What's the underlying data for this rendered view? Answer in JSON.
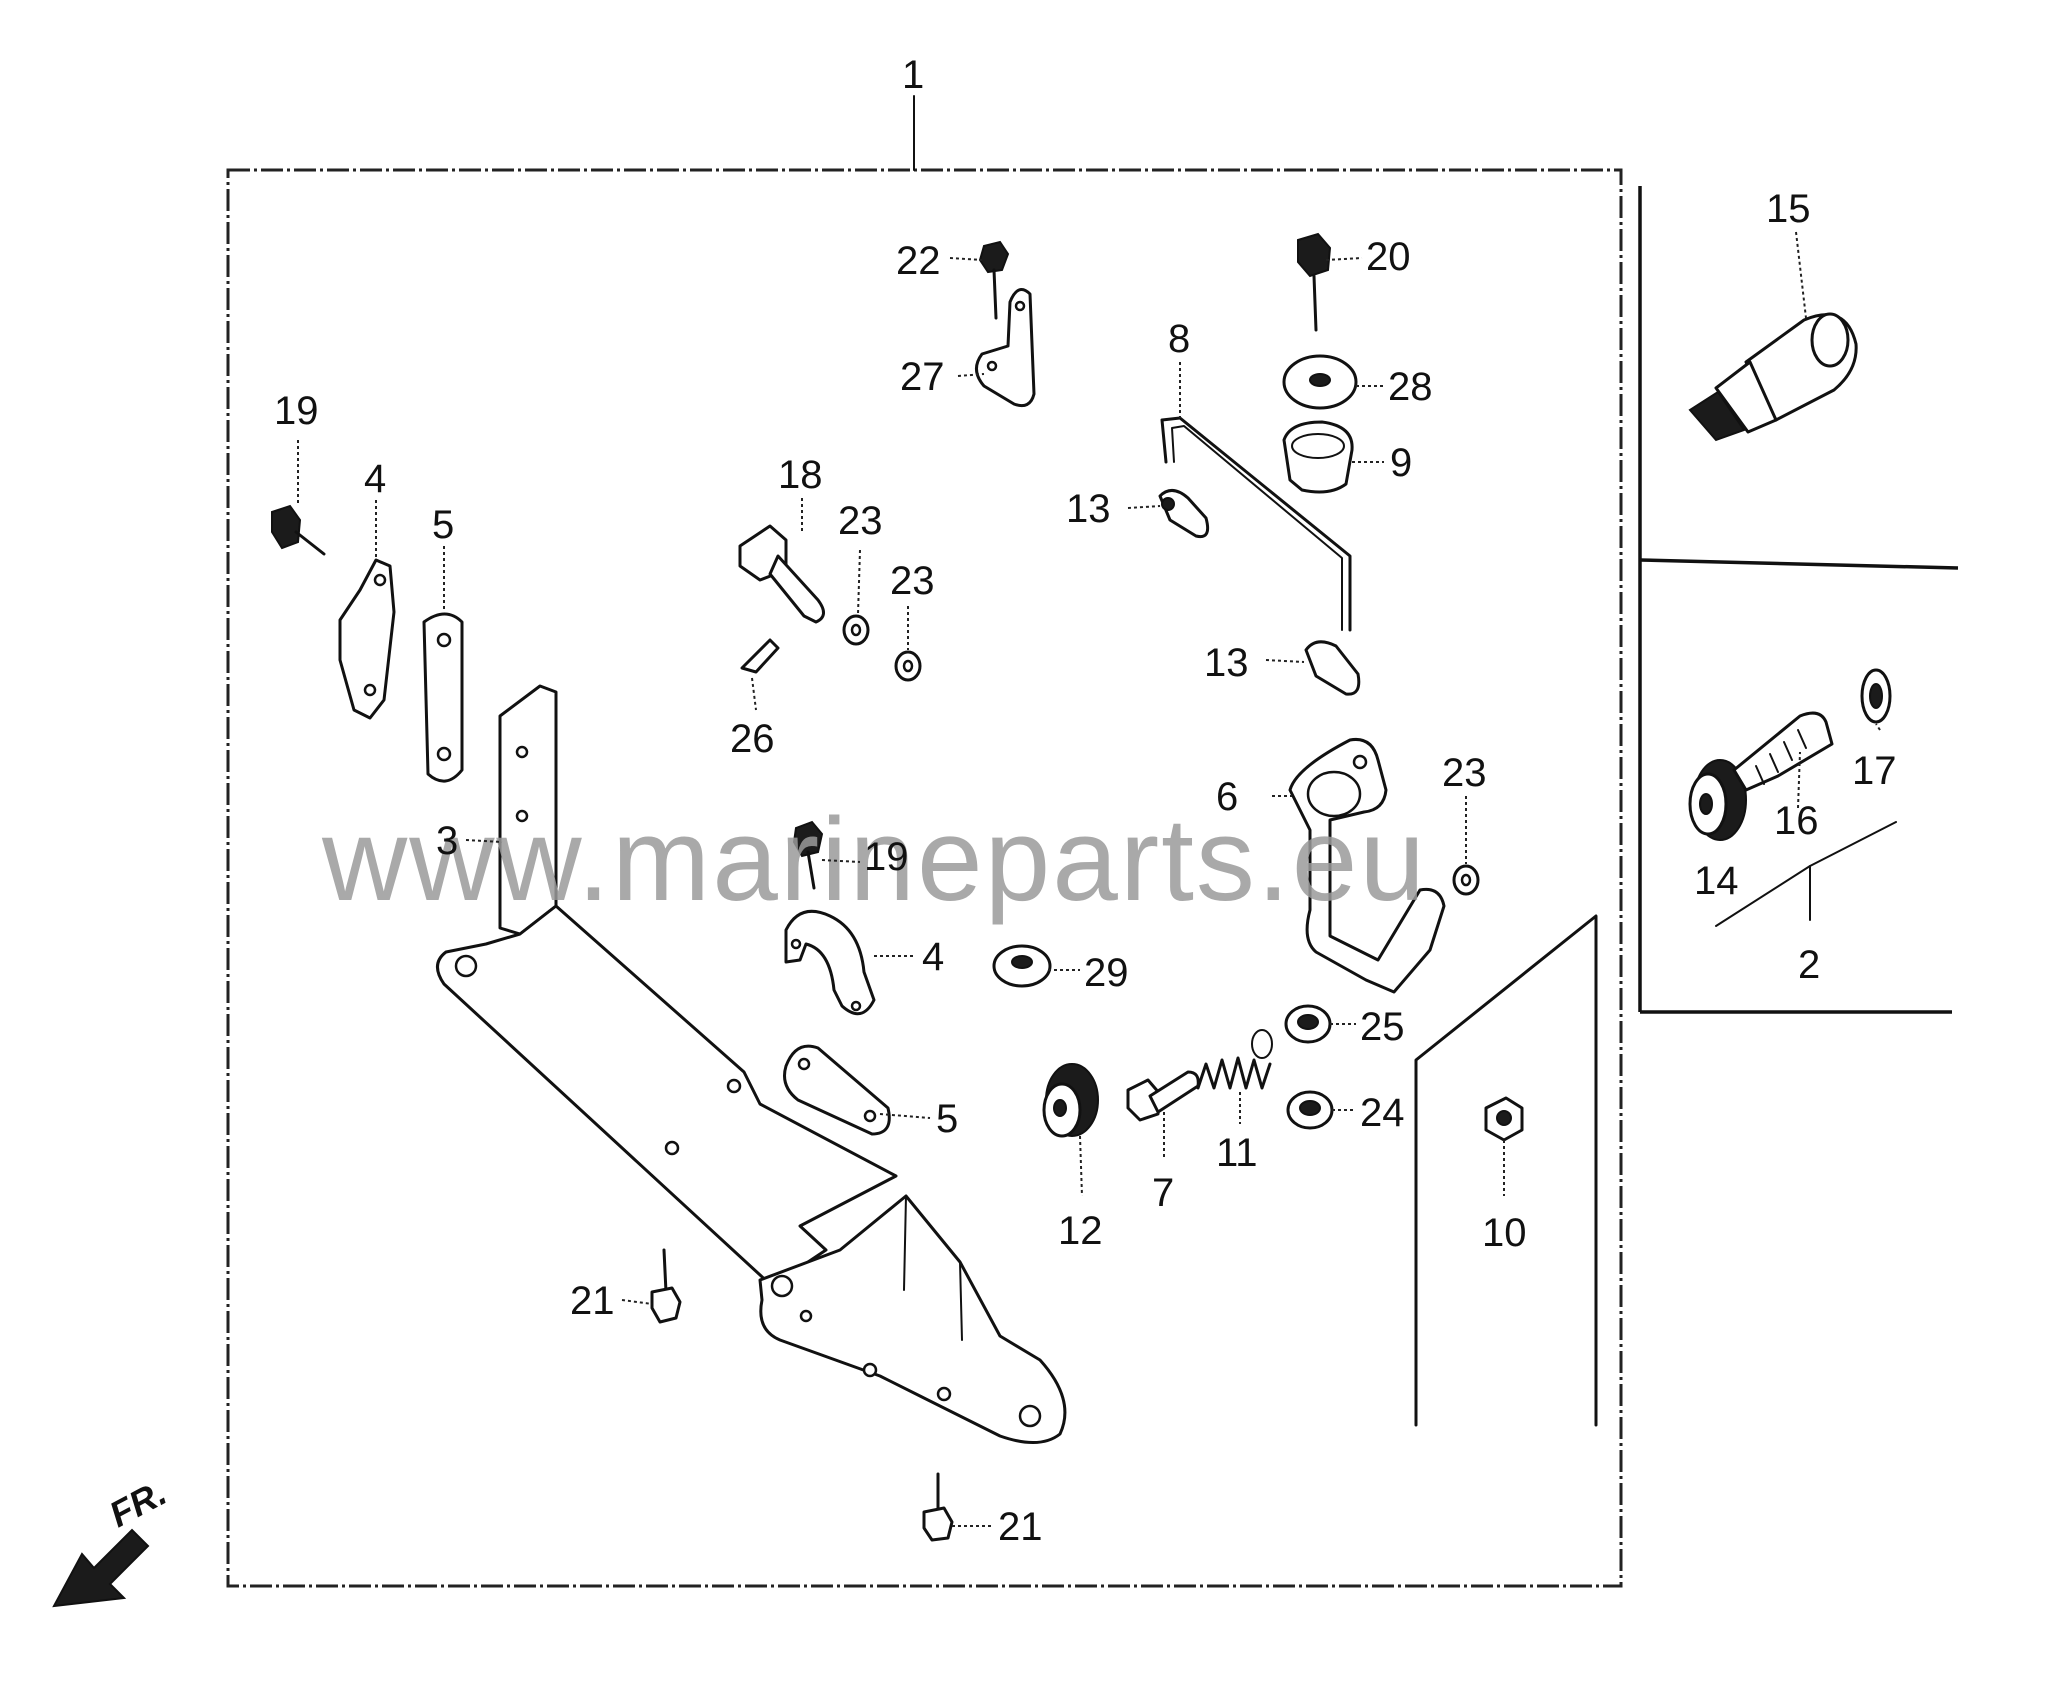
{
  "watermark": "www.marineparts.eu",
  "direction_label": "FR.",
  "callouts": {
    "c1": "1",
    "c2": "2",
    "c3": "3",
    "c4a": "4",
    "c4b": "4",
    "c5a": "5",
    "c5b": "5",
    "c6": "6",
    "c7": "7",
    "c8": "8",
    "c9": "9",
    "c10": "10",
    "c11": "11",
    "c12": "12",
    "c13a": "13",
    "c13b": "13",
    "c14": "14",
    "c15": "15",
    "c16": "16",
    "c17": "17",
    "c18": "18",
    "c19a": "19",
    "c19b": "19",
    "c20": "20",
    "c21a": "21",
    "c21b": "21",
    "c22": "22",
    "c23a": "23",
    "c23b": "23",
    "c23c": "23",
    "c24": "24",
    "c25": "25",
    "c26": "26",
    "c27": "27",
    "c28": "28",
    "c29": "29"
  }
}
